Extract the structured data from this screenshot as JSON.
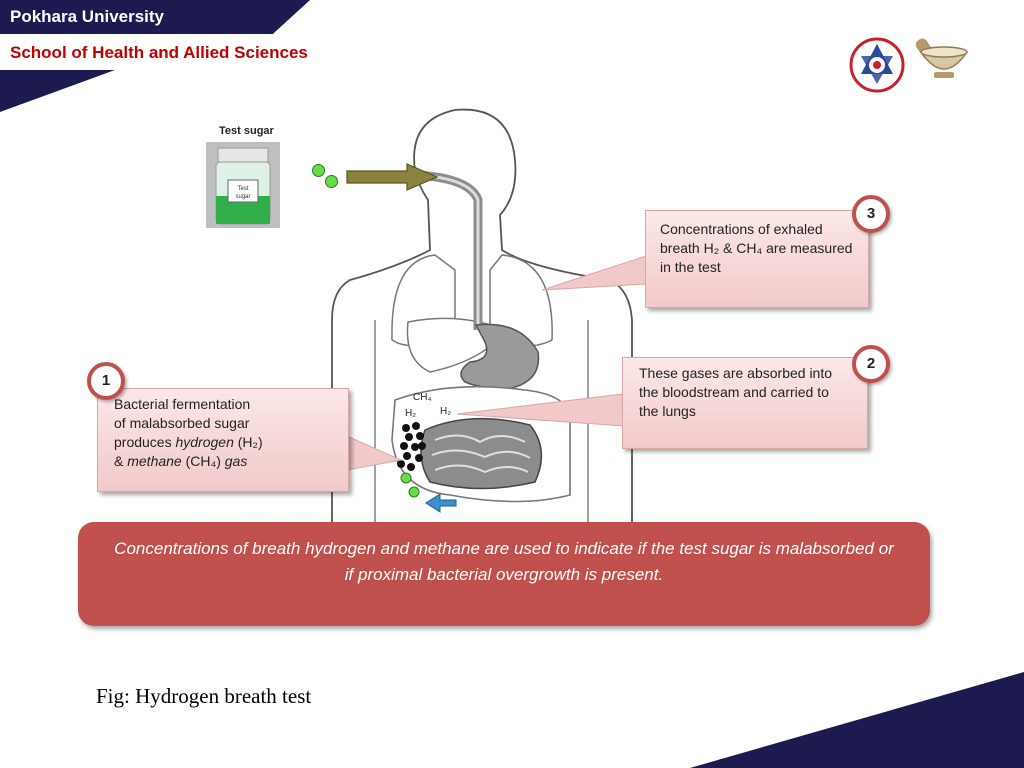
{
  "header": {
    "title": "Pokhara University",
    "subtitle": "School of Health and Allied Sciences"
  },
  "diagram": {
    "sugar_label": "Test sugar",
    "bottle_label": "Test sugar",
    "callouts": {
      "step3": {
        "number": "3",
        "text": "Concentrations of exhaled breath H₂ & CH₄ are measured in the test"
      },
      "step2": {
        "number": "2",
        "text": "These gases are absorbed into the bloodstream and carried to the lungs"
      },
      "step1": {
        "number": "1",
        "line1": "Bacterial fermentation",
        "line2": "of malabsorbed sugar",
        "line3_pre": "produces ",
        "line3_em": "hydrogen",
        "line3_post": " (H₂)",
        "line4_pre": "& ",
        "line4_em": "methane",
        "line4_mid": " (CH₄) ",
        "line4_em2": "gas"
      }
    },
    "gas_labels": {
      "ch4": "CH₄",
      "h2_left": "H₂",
      "h2_right": "H₂"
    },
    "banner": "Concentrations of breath hydrogen and methane are used to indicate if the test sugar is malabsorbed or if proximal bacterial overgrowth is present.",
    "caption": "Fig: Hydrogen breath test"
  },
  "colors": {
    "navy": "#1c1a4f",
    "header_red": "#c00000",
    "banner_red": "#c0504d",
    "callout_pink": "#f2c9c9",
    "organ_gray": "#8c8c8c",
    "bubble_green": "#66dd44"
  },
  "icons": [
    "university-emblem-icon",
    "mortar-pestle-icon",
    "arrow-right-icon"
  ]
}
